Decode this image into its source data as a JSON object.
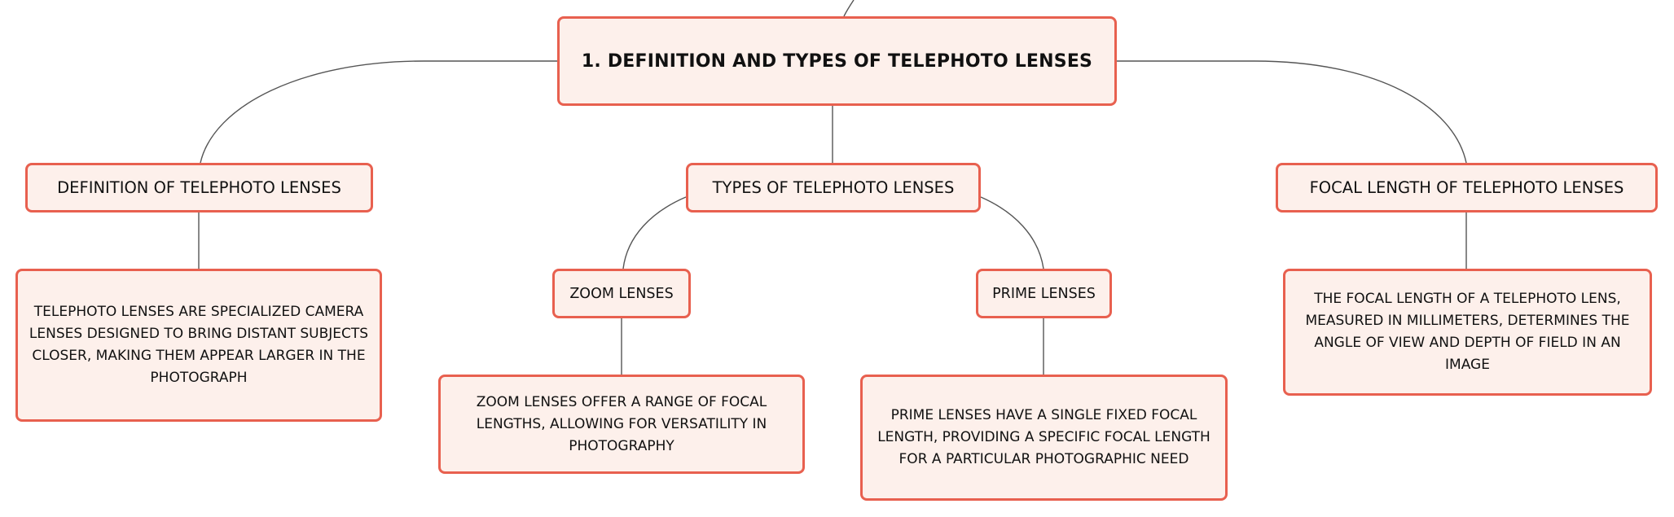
{
  "diagram": {
    "root": {
      "label": "1. DEFINITION AND TYPES OF TELEPHOTO LENSES"
    },
    "topics": {
      "definition": {
        "label": "DEFINITION OF TELEPHOTO LENSES",
        "detail": "TELEPHOTO LENSES ARE SPECIALIZED CAMERA LENSES DESIGNED TO BRING DISTANT SUBJECTS CLOSER, MAKING THEM APPEAR LARGER IN THE PHOTOGRAPH"
      },
      "types": {
        "label": "TYPES OF TELEPHOTO LENSES",
        "zoom": {
          "label": "ZOOM LENSES",
          "detail": "ZOOM LENSES OFFER A RANGE OF FOCAL LENGTHS, ALLOWING FOR VERSATILITY IN PHOTOGRAPHY"
        },
        "prime": {
          "label": "PRIME LENSES",
          "detail": "PRIME LENSES HAVE A SINGLE FIXED FOCAL LENGTH, PROVIDING A SPECIFIC FOCAL LENGTH FOR A PARTICULAR PHOTOGRAPHIC NEED"
        }
      },
      "focal_length": {
        "label": "FOCAL LENGTH OF TELEPHOTO LENSES",
        "detail": "THE FOCAL LENGTH OF A TELEPHOTO LENS, MEASURED IN MILLIMETERS, DETERMINES THE ANGLE OF VIEW AND DEPTH OF FIELD IN AN IMAGE"
      }
    },
    "colors": {
      "node_border": "#e8604f",
      "node_fill": "#fdf0eb",
      "connector": "#555555"
    }
  }
}
